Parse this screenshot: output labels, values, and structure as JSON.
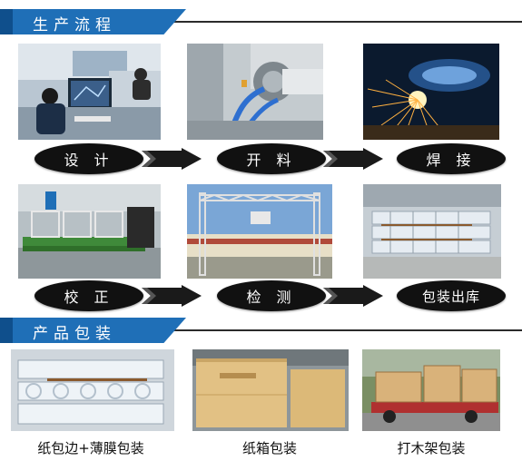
{
  "sections": {
    "process_title": "生产流程",
    "packaging_title": "产品包装"
  },
  "process_steps": {
    "design": "设 计",
    "cutting": "开 料",
    "welding": "焊 接",
    "straighten": "校 正",
    "inspect": "检 测",
    "pack_ship": "包装出库"
  },
  "packaging": {
    "option1": "纸包边+薄膜包装",
    "option2": "纸箱包装",
    "option3": "打木架包装"
  },
  "colors": {
    "accent": "#1f6fb7",
    "accent_dark": "#0f4f8c",
    "pill": "#111111",
    "arrow": "#1a1a1a"
  },
  "icons": {
    "flow_arrow": "chevron-arrow-right-icon"
  }
}
